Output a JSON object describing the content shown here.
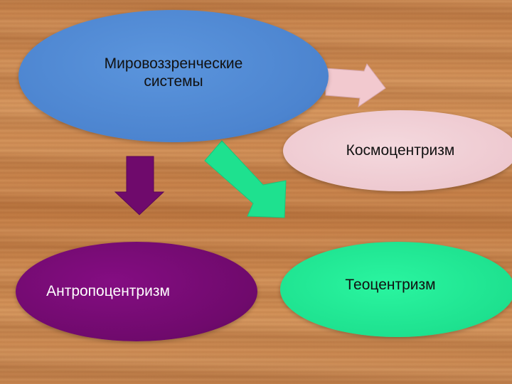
{
  "nodes": {
    "root": {
      "label": "Мировоззренческие системы",
      "color": "#4c84cf"
    },
    "cosmocentrism": {
      "label": "Космоцентризм",
      "color": "#eec9d0"
    },
    "anthropocentrism": {
      "label": "Антропоцентризм",
      "color": "#6f0a6c"
    },
    "theocentrism": {
      "label": "Теоцентризм",
      "color": "#1ee18f"
    }
  },
  "edges": [
    {
      "from": "root",
      "to": "cosmocentrism",
      "color": "#f2c9cf"
    },
    {
      "from": "root",
      "to": "anthropocentrism",
      "color": "#6f0a6c"
    },
    {
      "from": "root",
      "to": "theocentrism",
      "color": "#1ee18f"
    }
  ]
}
